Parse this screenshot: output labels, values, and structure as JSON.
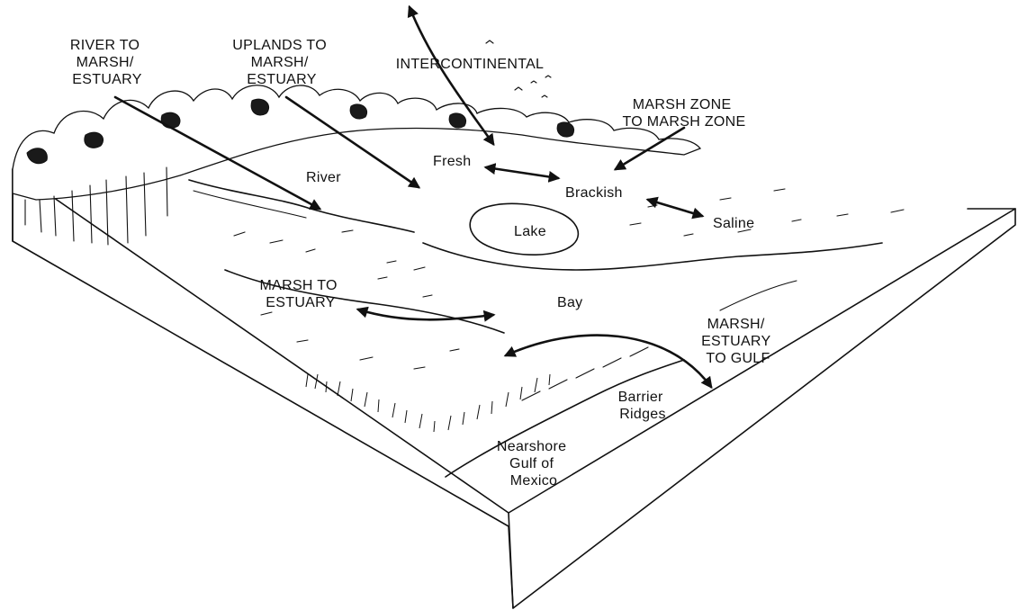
{
  "diagram": {
    "flow_labels": {
      "river_to_marsh": [
        "RIVER TO",
        "MARSH/",
        "ESTUARY"
      ],
      "uplands_to_marsh": [
        "UPLANDS TO",
        "MARSH/",
        "ESTUARY"
      ],
      "intercontinental": "INTERCONTINENTAL",
      "marsh_zone": [
        "MARSH ZONE",
        "TO MARSH ZONE"
      ],
      "marsh_to_estuary": [
        "MARSH TO",
        "ESTUARY"
      ],
      "marsh_estuary_to_gulf": [
        "MARSH/",
        "ESTUARY",
        "TO GULF"
      ]
    },
    "place_labels": {
      "river": "River",
      "fresh": "Fresh",
      "brackish": "Brackish",
      "saline": "Saline",
      "lake": "Lake",
      "bay": "Bay",
      "barrier": [
        "Barrier",
        "Ridges"
      ],
      "nearshore": [
        "Nearshore",
        "Gulf of",
        "Mexico"
      ]
    }
  }
}
